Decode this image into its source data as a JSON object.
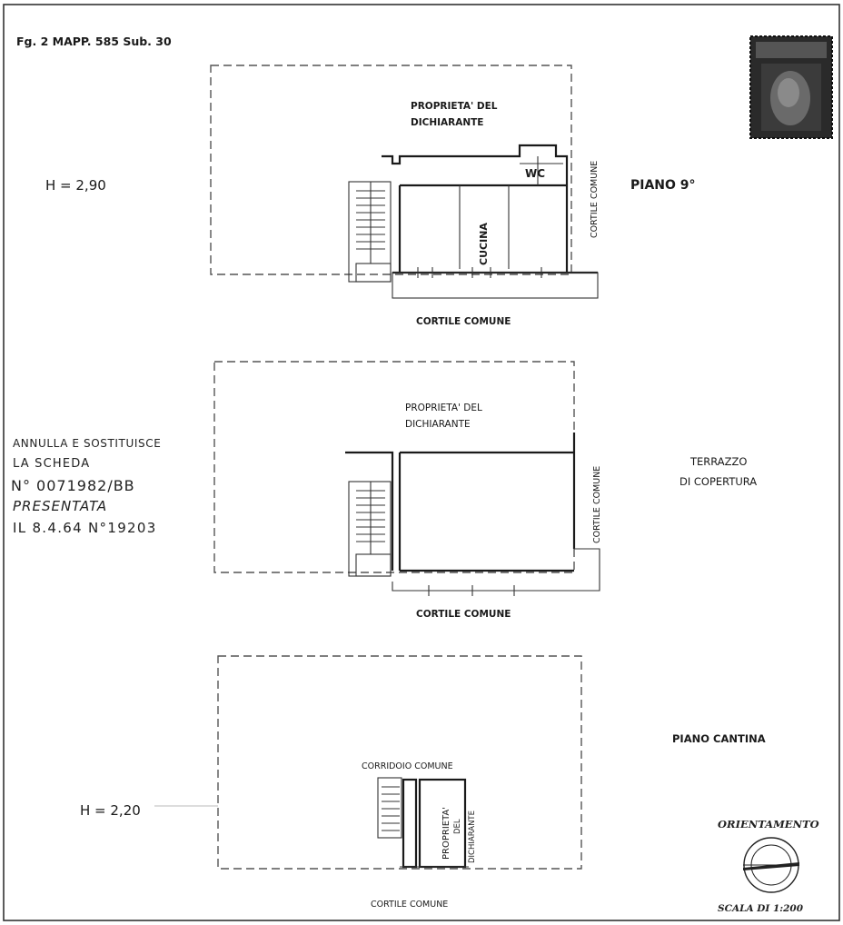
{
  "header": {
    "ref": "Fg. 2  MAPP. 585  Sub. 30"
  },
  "floor_9": {
    "height": "H = 2,90",
    "level": "PIANO 9°",
    "owner_line1": "PROPRIETA' DEL",
    "owner_line2": "DICHIARANTE",
    "wc": "WC",
    "kitchen": "CUCINA",
    "courtyard_side": "CORTILE COMUNE",
    "courtyard_bottom": "CORTILE COMUNE"
  },
  "terrace": {
    "level_line1": "TERRAZZO",
    "level_line2": "DI COPERTURA",
    "owner_line1": "PROPRIETA' DEL",
    "owner_line2": "DICHIARANTE",
    "courtyard_side": "CORTILE COMUNE",
    "courtyard_bottom": "CORTILE COMUNE"
  },
  "annotation": {
    "line1": "ANNULLA E SOSTITUISCE",
    "line2": "LA SCHEDA",
    "line3": "N° 0071982/BB",
    "line4": "PRESENTATA",
    "line5": "IL 8.4.64 N°19203"
  },
  "basement": {
    "height": "H = 2,20",
    "level": "PIANO CANTINA",
    "corridor": "CORRIDOIO COMUNE",
    "owner_line1": "PROPRIETA'",
    "owner_line2": "DEL",
    "owner_line3": "DICHIARANTE",
    "courtyard_bottom": "CORTILE COMUNE"
  },
  "footer": {
    "orientation": "ORIENTAMENTO",
    "scale": "SCALA DI 1:200"
  },
  "stamp": {
    "description": "revenue-stamp"
  }
}
